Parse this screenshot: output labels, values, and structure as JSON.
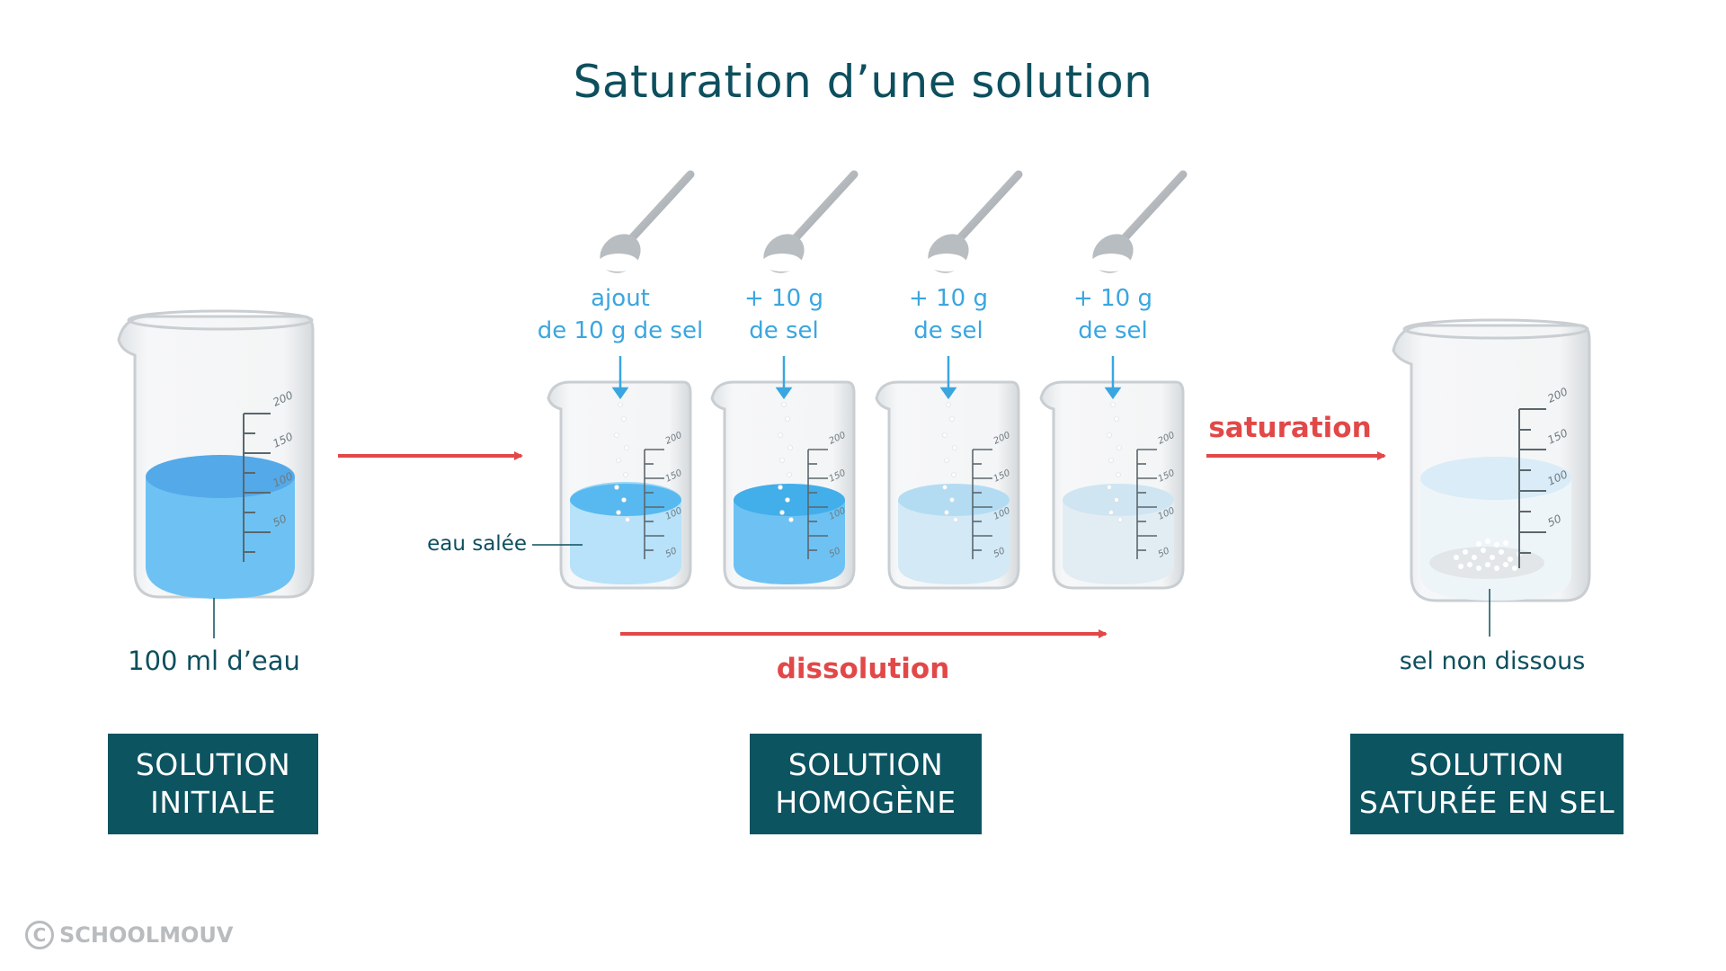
{
  "title": "Saturation d’une solution",
  "labels": {
    "initial_volume": "100 ml d’eau",
    "salt_water": "eau salée",
    "undissolved": "sel non dissous",
    "first_addition": [
      "ajout",
      "de 10 g de sel"
    ],
    "addition": [
      "+ 10 g",
      "de sel"
    ],
    "dissolution": "dissolution",
    "saturation": "saturation"
  },
  "beaker_ticks": [
    "200",
    "150",
    "100",
    "50"
  ],
  "states": [
    {
      "line1": "SOLUTION",
      "line2": "INITIALE"
    },
    {
      "line1": "SOLUTION",
      "line2": "HOMOGÈNE"
    },
    {
      "line1": "SOLUTION",
      "line2": "SATURÉE EN SEL"
    }
  ],
  "logo": {
    "symbol": "C",
    "text": "SCHOOLMOUV"
  },
  "colors": {
    "dark_teal": "#0d5461",
    "arrow_red": "#e24848",
    "water_blue": "#5bb8f0",
    "label_blue": "#3aa6e0"
  }
}
